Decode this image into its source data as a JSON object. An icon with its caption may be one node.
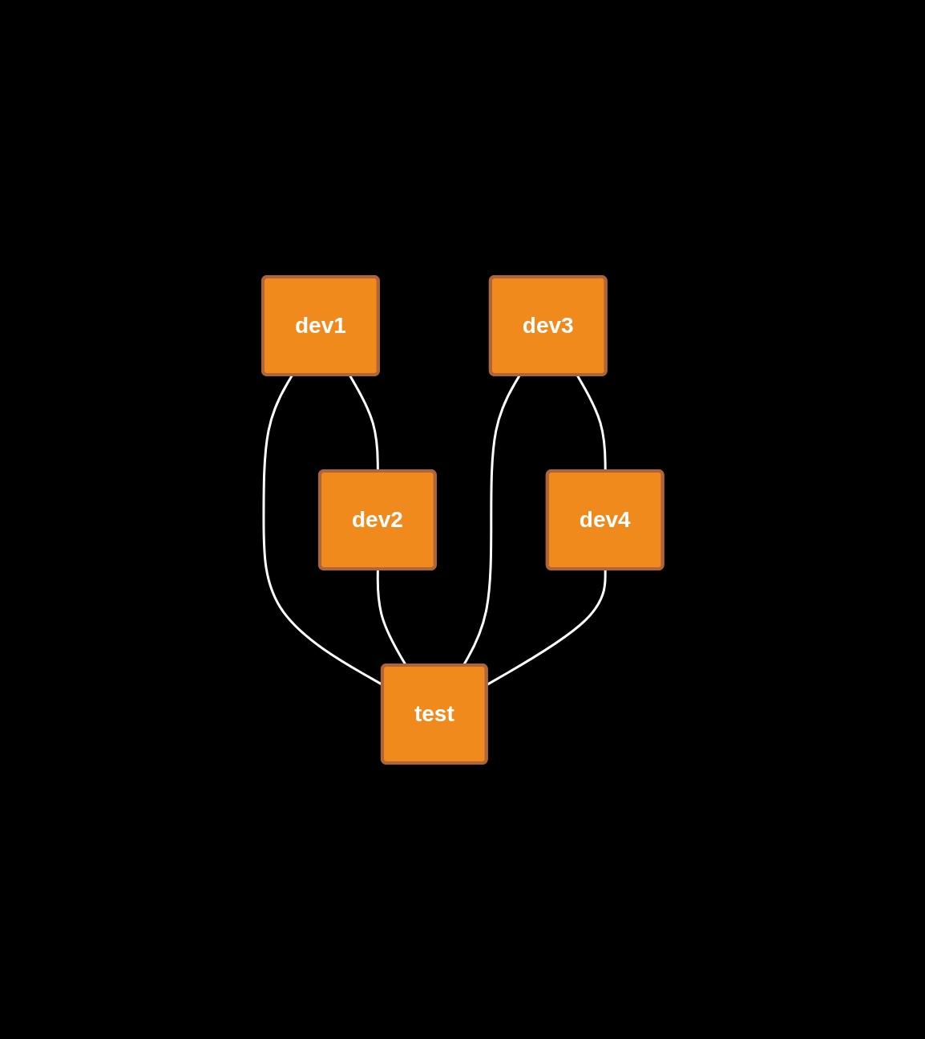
{
  "diagram": {
    "nodes": [
      {
        "text": [
          "dev1"
        ]
      },
      {
        "text": [
          "dev2"
        ]
      },
      {
        "text": [
          "dev3"
        ]
      },
      {
        "text": [
          "dev4"
        ]
      },
      {
        "text": [
          "test"
        ]
      }
    ],
    "edges": [
      {
        "from": 0,
        "to": 1,
        "arrow": "none"
      },
      {
        "from": 2,
        "to": 3,
        "arrow": "none"
      },
      {
        "from": 0,
        "to": 4,
        "arrow": "none"
      },
      {
        "from": 1,
        "to": 4,
        "arrow": "none"
      },
      {
        "from": 2,
        "to": 4,
        "arrow": "none"
      },
      {
        "from": 3,
        "to": 4,
        "arrow": "none"
      }
    ]
  }
}
